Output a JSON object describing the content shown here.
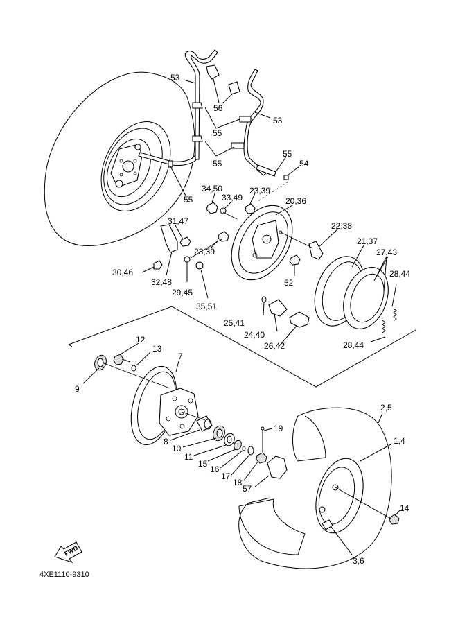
{
  "diagram": {
    "title": "Front Wheel / Brake Exploded Parts Diagram",
    "diagram_code": "4XE1110-9310",
    "direction_indicator": "FWD",
    "callouts": {
      "c53a": "53",
      "c56": "56",
      "c53b": "53",
      "c55a": "55",
      "c55b": "55",
      "c55c": "55",
      "c54": "54",
      "c55d": "55",
      "c3450": "34,50",
      "c2339a": "23,39",
      "c3349": "33,49",
      "c2036": "20,36",
      "c3147": "31,47",
      "c2238": "22,38",
      "c2137": "21,37",
      "c2743": "27,43",
      "c2339b": "23,39",
      "c3046": "30,46",
      "c3248": "32,48",
      "c52": "52",
      "c2945": "29,45",
      "c3551": "35,51",
      "c2844a": "28,44",
      "c2541": "25,41",
      "c2440": "24,40",
      "c2642": "26,42",
      "c2844b": "28,44",
      "c12": "12",
      "c13": "13",
      "c7": "7",
      "c9": "9",
      "c25": "2,5",
      "c19": "19",
      "c14": "1,4",
      "c8": "8",
      "c10": "10",
      "c11": "11",
      "c15": "15",
      "c16": "16",
      "c17": "17",
      "c18": "18",
      "c57": "57",
      "c14nut": "14",
      "c36": "3,6"
    }
  }
}
